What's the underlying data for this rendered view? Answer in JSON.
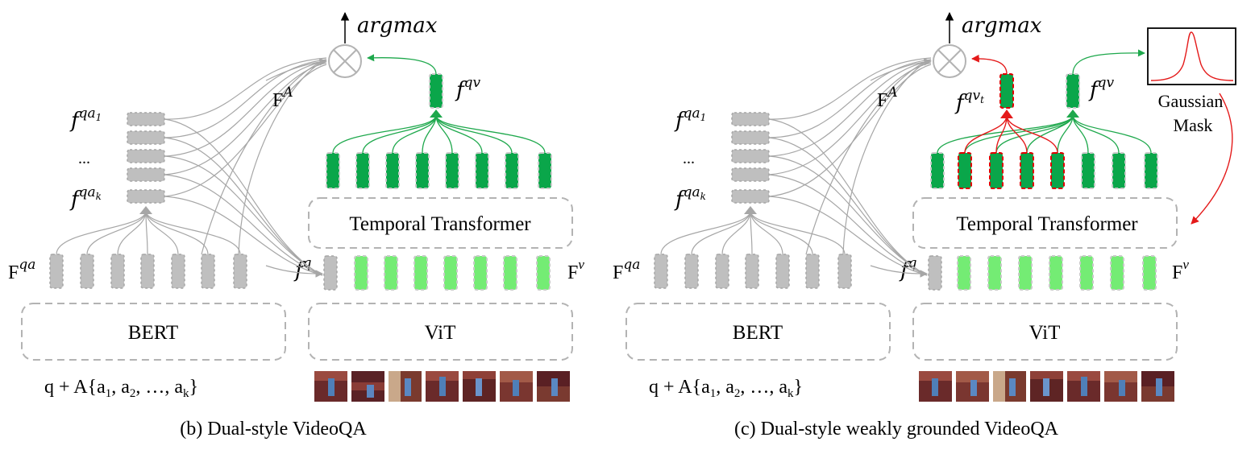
{
  "panels": [
    {
      "id": "b",
      "caption": "(b) Dual-style VideoQA",
      "argmax_label": "argmax",
      "fA_label": "F^A",
      "fqv_label": "f^{qv}",
      "fqa1_label": "f^{qa_1}",
      "dots_label": "...",
      "fqak_label": "f^{qa_k}",
      "Fqa_label": "F^{qa}",
      "fq_label": "f^q",
      "Fv_label": "F^v",
      "temporal_transformer": "Temporal Transformer",
      "bert": "BERT",
      "vit": "ViT",
      "question_answers": "q + A{a_1, a_2, ..., a_k}"
    },
    {
      "id": "c",
      "caption": "(c) Dual-style weakly grounded VideoQA",
      "argmax_label": "argmax",
      "fA_label": "F^A",
      "fqvt_label": "f^{qv_t}",
      "fqv_label": "f^{qv}",
      "fqa1_label": "f^{qa_1}",
      "dots_label": "...",
      "fqak_label": "f^{qa_k}",
      "Fqa_label": "F^{qa}",
      "fq_label": "f^q",
      "Fv_label": "F^v",
      "temporal_transformer": "Temporal Transformer",
      "bert": "BERT",
      "vit": "ViT",
      "question_answers": "q + A{a_1, a_2, ..., a_k}",
      "gaussian_mask": "Gaussian Mask"
    }
  ],
  "colors": {
    "dark_green": "#0aa64a",
    "light_green": "#74ec74",
    "gray": "#bfbfbf",
    "red": "#e41a1a",
    "box_border": "#b3b3b3"
  },
  "video_frames": [
    "frame-1",
    "frame-2",
    "frame-3",
    "frame-4",
    "frame-5",
    "frame-6",
    "frame-7"
  ]
}
